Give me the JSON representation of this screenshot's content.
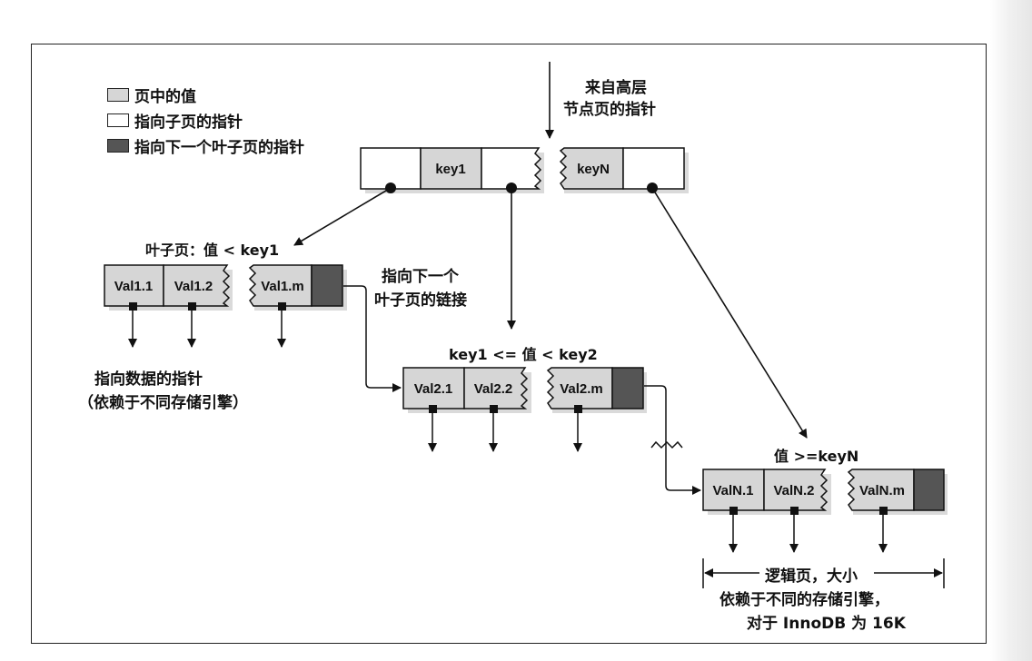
{
  "legend": {
    "items": [
      {
        "icon": "value-swatch-icon",
        "label": "页中的值"
      },
      {
        "icon": "child-pointer-swatch-icon",
        "label": "指向子页的指针"
      },
      {
        "icon": "next-leaf-pointer-swatch-icon",
        "label": "指向下一个叶子页的指针"
      }
    ]
  },
  "root": {
    "incoming_label_line1": "来自高层",
    "incoming_label_line2": "节点页的指针",
    "keys": [
      "key1",
      "keyN"
    ]
  },
  "leaf1": {
    "title": "叶子页：值 < key1",
    "values": [
      "Val1.1",
      "Val1.2",
      "Val1.m"
    ]
  },
  "leaf2": {
    "title": "key1 <= 值 < key2",
    "values": [
      "Val2.1",
      "Val2.2",
      "Val2.m"
    ]
  },
  "leafN": {
    "title": "值 >=keyN",
    "values": [
      "ValN.1",
      "ValN.2",
      "ValN.m"
    ]
  },
  "annotations": {
    "next_leaf_link_line1": "指向下一个",
    "next_leaf_link_line2": "叶子页的链接",
    "data_pointer_line1": "指向数据的指针",
    "data_pointer_line2": "（依赖于不同存储引擎）",
    "logical_page_line1": "逻辑页，大小",
    "logical_page_line2": "依赖于不同的存储引擎，",
    "logical_page_line3": "对于 InnoDB 为 16K"
  },
  "colors": {
    "value_fill": "#d6d6d6",
    "next_pointer_fill": "#555555",
    "line": "#111111"
  }
}
